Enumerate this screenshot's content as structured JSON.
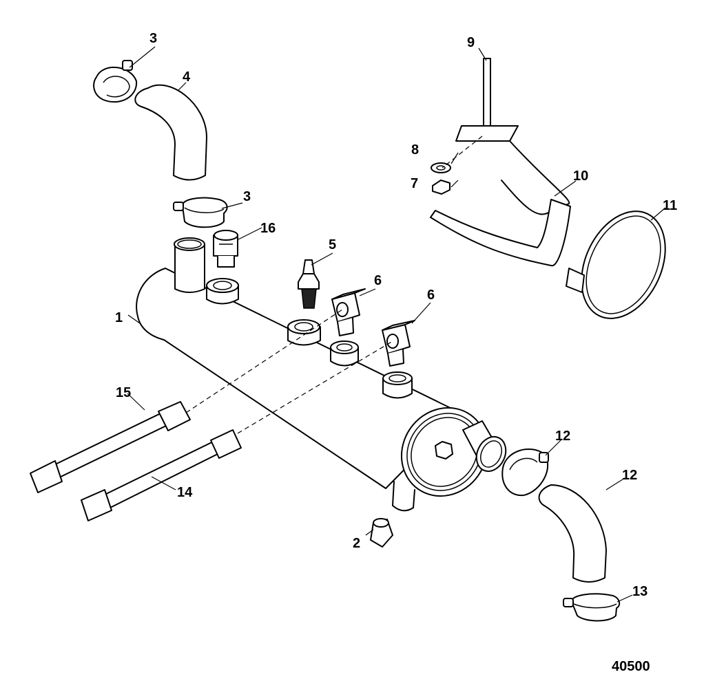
{
  "figure_id": "40500",
  "callouts": [
    {
      "id": "c1",
      "label": "1"
    },
    {
      "id": "c2",
      "label": "2"
    },
    {
      "id": "c3a",
      "label": "3"
    },
    {
      "id": "c3b",
      "label": "3"
    },
    {
      "id": "c4",
      "label": "4"
    },
    {
      "id": "c5",
      "label": "5"
    },
    {
      "id": "c6a",
      "label": "6"
    },
    {
      "id": "c6b",
      "label": "6"
    },
    {
      "id": "c7",
      "label": "7"
    },
    {
      "id": "c8",
      "label": "8"
    },
    {
      "id": "c9",
      "label": "9"
    },
    {
      "id": "c10",
      "label": "10"
    },
    {
      "id": "c11",
      "label": "11"
    },
    {
      "id": "c12a",
      "label": "12"
    },
    {
      "id": "c12b",
      "label": "12"
    },
    {
      "id": "c13",
      "label": "13"
    },
    {
      "id": "c14",
      "label": "14"
    },
    {
      "id": "c15",
      "label": "15"
    },
    {
      "id": "c16",
      "label": "16"
    }
  ],
  "colors": {
    "line": "#000000",
    "background": "#ffffff"
  }
}
